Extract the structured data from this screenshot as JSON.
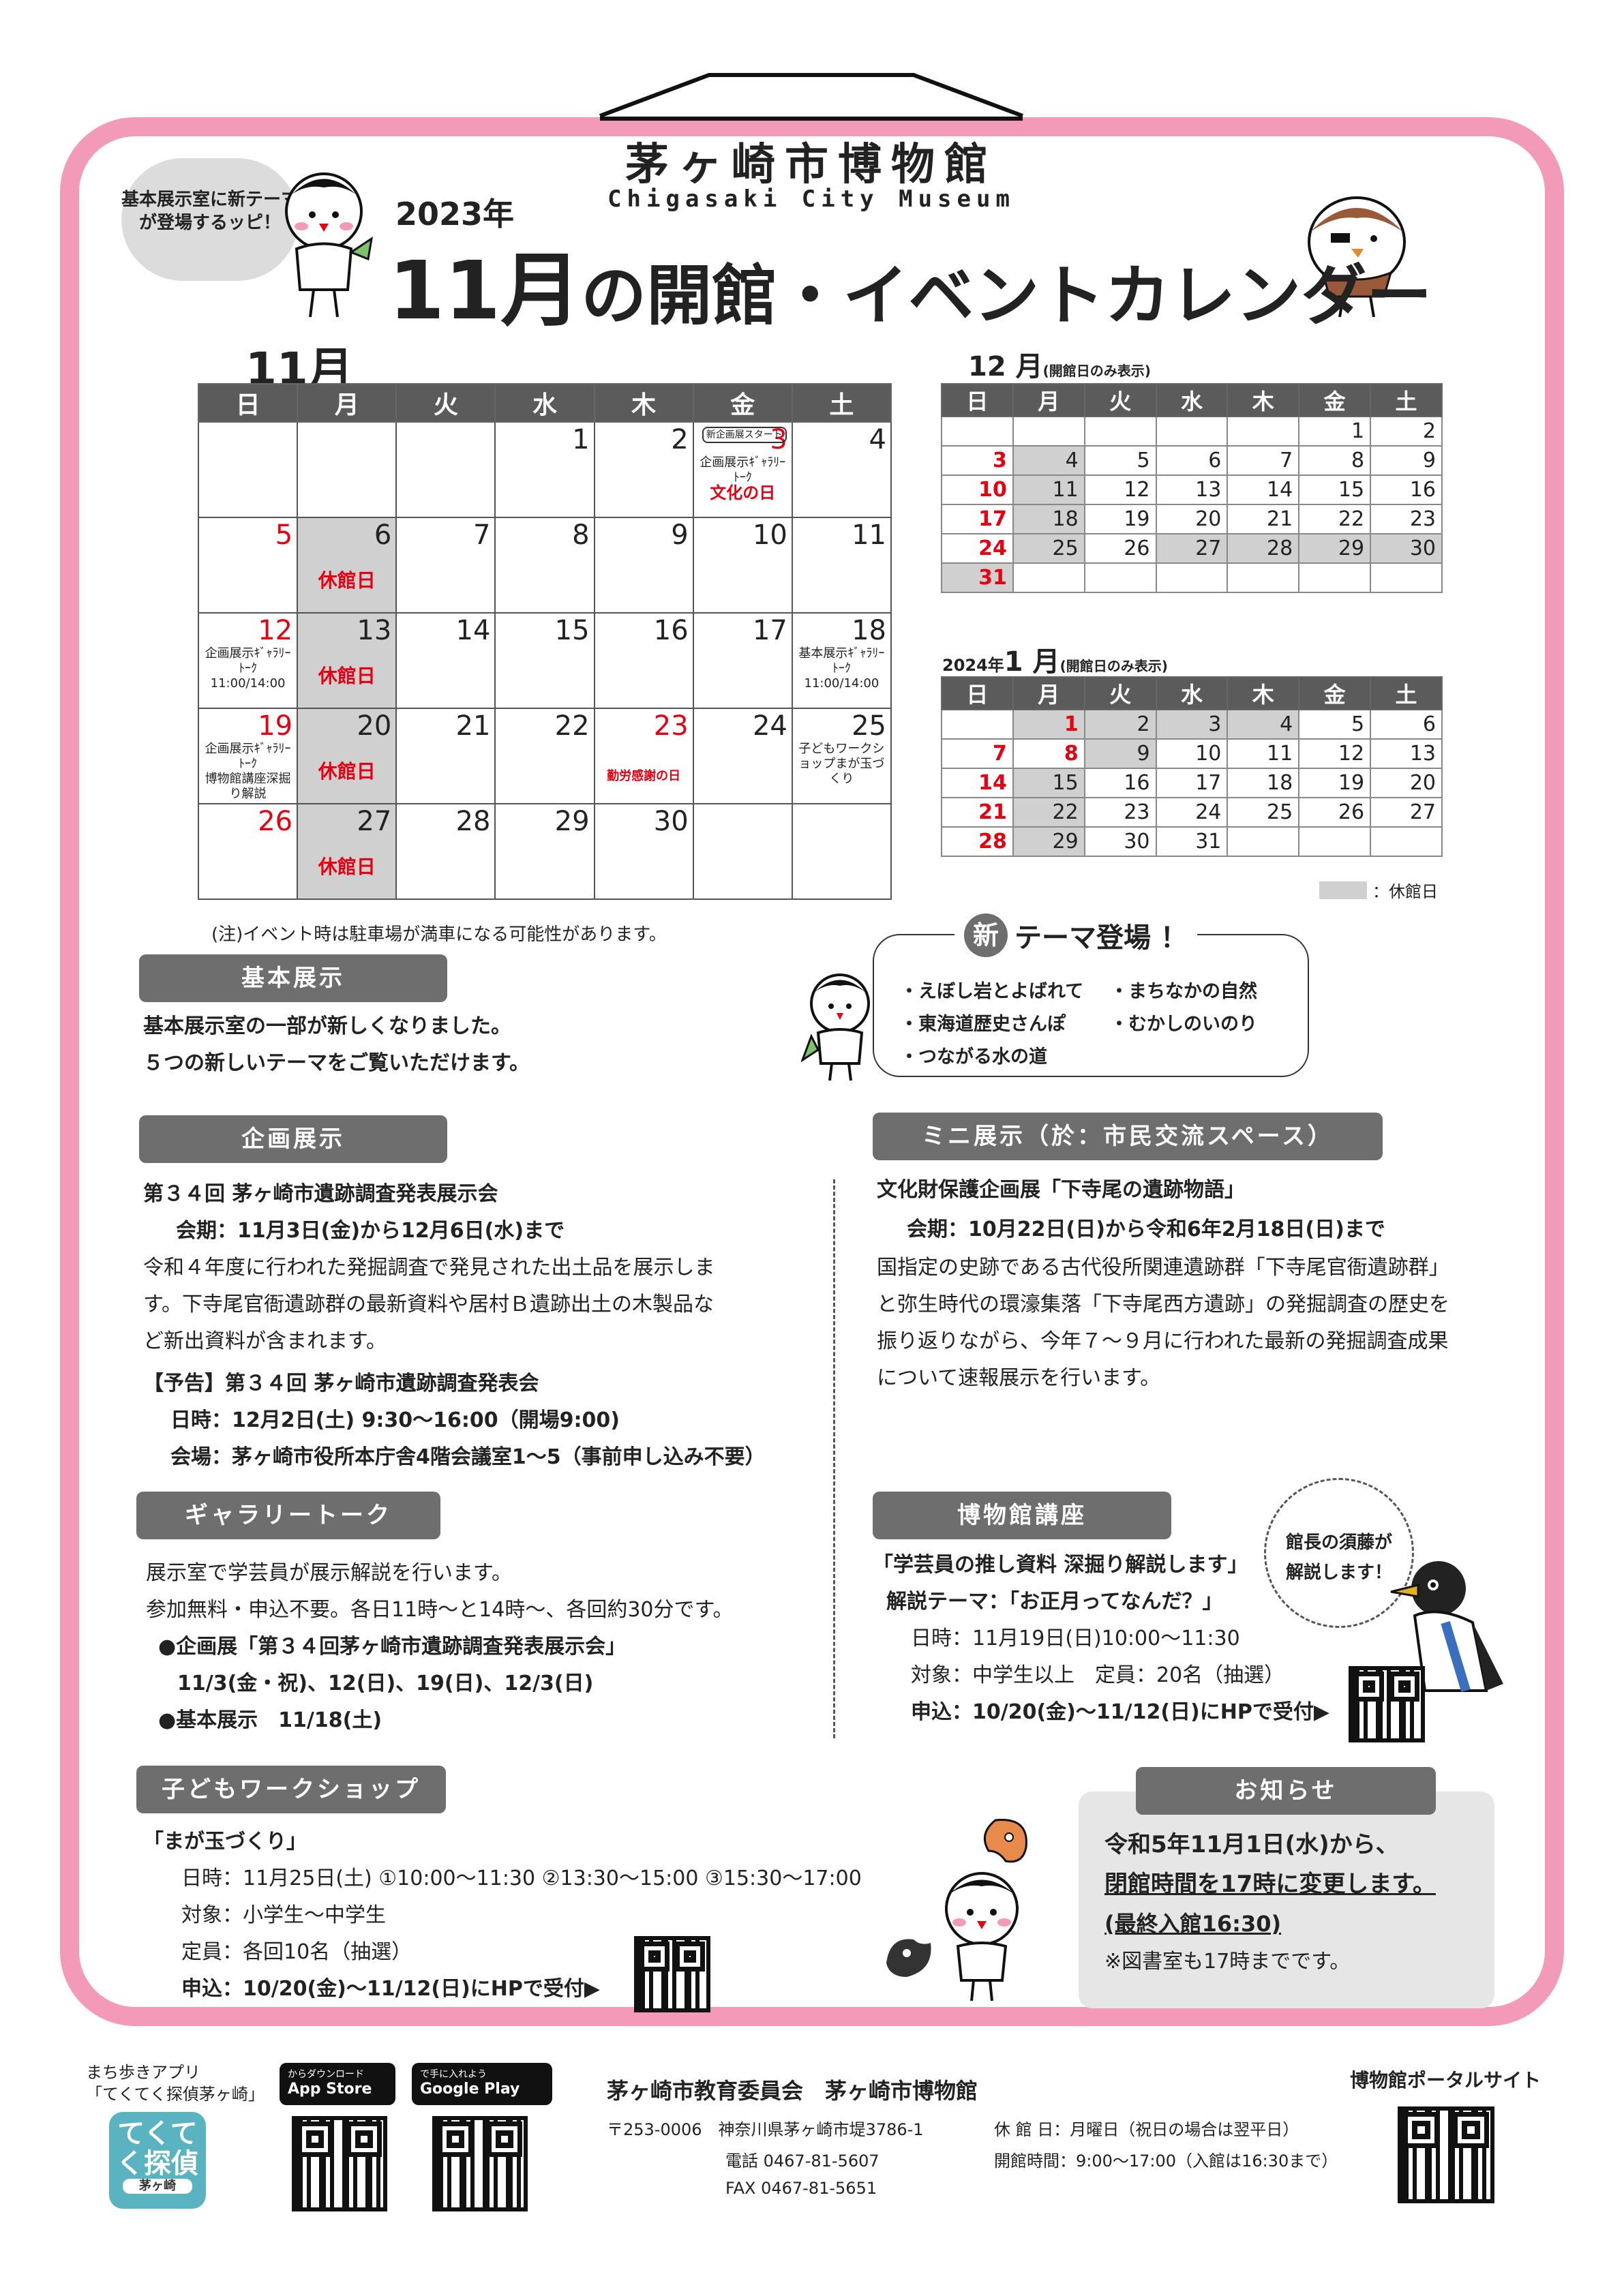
{
  "header": {
    "museum_name": "茅ヶ崎市博物館",
    "museum_name_roman": "Chigasaki City Museum",
    "year": "2023年",
    "title_month": "11月",
    "title_rest": "の開館・イベントカレンダー",
    "speech_bubble": "基本展示室に新テーマが登場するッピ！"
  },
  "november": {
    "title": "11月",
    "weekdays": [
      "日",
      "月",
      "火",
      "水",
      "木",
      "金",
      "土"
    ],
    "closed_label": "休館日",
    "events": {
      "nov3_start": "新企画展スタート",
      "nov3_talk": "企画展示ｷﾞｬﾗﾘｰﾄｰｸ",
      "nov3_holiday": "文化の日",
      "nov12_talk": "企画展示ｷﾞｬﾗﾘｰﾄｰｸ11:00/14:00",
      "nov18_talk": "基本展示ｷﾞｬﾗﾘｰﾄｰｸ11:00/14:00",
      "nov19_talk": "企画展示ｷﾞｬﾗﾘｰﾄｰｸ",
      "nov19_lecture": "博物館講座深掘り解説",
      "nov23_holiday": "勤労感謝の日",
      "nov25_workshop": "子どもワークショップまが玉づくり"
    },
    "note": "(注)イベント時は駐車場が満車になる可能性があります。"
  },
  "december": {
    "title": "12 月",
    "subtitle": "(開館日のみ表示)",
    "weekdays": [
      "日",
      "月",
      "火",
      "水",
      "木",
      "金",
      "土"
    ],
    "weeks": [
      [
        "",
        "",
        "",
        "",
        "",
        "1",
        "2"
      ],
      [
        "3",
        "4",
        "5",
        "6",
        "7",
        "8",
        "9"
      ],
      [
        "10",
        "11",
        "12",
        "13",
        "14",
        "15",
        "16"
      ],
      [
        "17",
        "18",
        "19",
        "20",
        "21",
        "22",
        "23"
      ],
      [
        "24",
        "25",
        "26",
        "27",
        "28",
        "29",
        "30"
      ],
      [
        "31",
        "",
        "",
        "",
        "",
        "",
        ""
      ]
    ]
  },
  "january": {
    "year": "2024年",
    "title": "1 月",
    "subtitle": "(開館日のみ表示)",
    "weekdays": [
      "日",
      "月",
      "火",
      "水",
      "木",
      "金",
      "土"
    ],
    "weeks": [
      [
        "",
        "1",
        "2",
        "3",
        "4",
        "5",
        "6"
      ],
      [
        "7",
        "8",
        "9",
        "10",
        "11",
        "12",
        "13"
      ],
      [
        "14",
        "15",
        "16",
        "17",
        "18",
        "19",
        "20"
      ],
      [
        "21",
        "22",
        "23",
        "24",
        "25",
        "26",
        "27"
      ],
      [
        "28",
        "29",
        "30",
        "31",
        "",
        "",
        ""
      ]
    ],
    "legend": "：休館日"
  },
  "sections": {
    "basic": {
      "label": "基本展示",
      "line1": "基本展示室の一部が新しくなりました。",
      "line2": "５つの新しいテーマをご覧いただけます。"
    },
    "new_theme": {
      "badge": "新",
      "title": "テーマ登場 ！",
      "items": [
        "・えぼし岩とよばれて",
        "・まちなかの自然",
        "・東海道歴史さんぽ",
        "・むかしのいのり",
        "・つながる水の道"
      ]
    },
    "planning": {
      "label": "企画展示",
      "title": "第３４回 茅ヶ崎市遺跡調査発表展示会",
      "period": "会期：11月3日(金)から12月6日(水)まで",
      "desc1": "令和４年度に行われた発掘調査で発見された出土品を展示しま",
      "desc2": "す。下寺尾官衙遺跡群の最新資料や居村Ｂ遺跡出土の木製品な",
      "desc3": "ど新出資料が含まれます。",
      "preview_title": "【予告】第３４回 茅ヶ崎市遺跡調査発表会",
      "preview_date": "日時：12月2日(土) 9:30～16:00（開場9:00)",
      "preview_venue": "会場：茅ヶ崎市役所本庁舎4階会議室1～5（事前申し込み不要）"
    },
    "mini": {
      "label": "ミニ展示（於：市民交流スペース）",
      "title": "文化財保護企画展「下寺尾の遺跡物語」",
      "period": "会期：10月22日(日)から令和6年2月18日(日)まで",
      "desc1": "国指定の史跡である古代役所関連遺跡群「下寺尾官衙遺跡群」",
      "desc2": "と弥生時代の環濠集落「下寺尾西方遺跡」の発掘調査の歴史を",
      "desc3": "振り返りながら、今年７～９月に行われた最新の発掘調査成果",
      "desc4": "について速報展示を行います。"
    },
    "gallery": {
      "label": "ギャラリートーク",
      "line1": "展示室で学芸員が展示解説を行います。",
      "line2": "参加無料・申込不要。各日11時～と14時～、各回約30分です。",
      "item1": "●企画展「第３４回茅ヶ崎市遺跡調査発表展示会」",
      "item1_dates": "11/3(金・祝)、12(日)、19(日)、12/3(日)",
      "item2": "●基本展示　11/18(土)"
    },
    "lecture": {
      "label": "博物館講座",
      "bubble": "館長の須藤が解説します！",
      "title": "「学芸員の推し資料 深掘り解説します」",
      "theme": "解説テーマ：「お正月ってなんだ？」",
      "date": "日時：11月19日(日)10:00～11:30",
      "target": "対象：中学生以上　定員：20名（抽選）",
      "apply": "申込：10/20(金)～11/12(日)にHPで受付▶"
    },
    "workshop": {
      "label": "子どもワークショップ",
      "title": "「まが玉づくり」",
      "date": "日時：11月25日(土) ①10:00～11:30 ②13:30～15:00 ③15:30～17:00",
      "target": "対象：小学生～中学生",
      "capacity": "定員：各回10名（抽選）",
      "apply": "申込：10/20(金)～11/12(日)にHPで受付▶"
    },
    "notice": {
      "label": "お知らせ",
      "line1": "令和5年11月1日(水)から、",
      "line2": "閉館時間を17時に変更します。",
      "line3": "(最終入館16:30)",
      "line4": "※図書室も17時までです。"
    }
  },
  "footer": {
    "app_caption1": "まち歩きアプリ",
    "app_caption2": "「てくてく探偵茅ヶ崎」",
    "app_icon": "てくてく探偵",
    "app_icon_city": "茅ヶ崎",
    "appstore": "App Store",
    "appstore_sub": "からダウンロード",
    "googleplay": "Google Play",
    "googleplay_sub": "で手に入れよう",
    "org": "茅ヶ崎市教育委員会　茅ヶ崎市博物館",
    "address": "〒253-0006　神奈川県茅ヶ崎市堤3786-1",
    "phone": "電話 0467-81-5607",
    "fax": "FAX 0467-81-5651",
    "closed": "休 館 日：月曜日（祝日の場合は翌平日）",
    "hours": "開館時間：9:00～17:00（入館は16:30まで）",
    "portal": "博物館ポータルサイト"
  },
  "colors": {
    "frame_pink": "#f49ab9",
    "header_gray": "#5b5b5b",
    "holiday_red": "#e60012",
    "closed_gray": "#d0d0d0"
  }
}
